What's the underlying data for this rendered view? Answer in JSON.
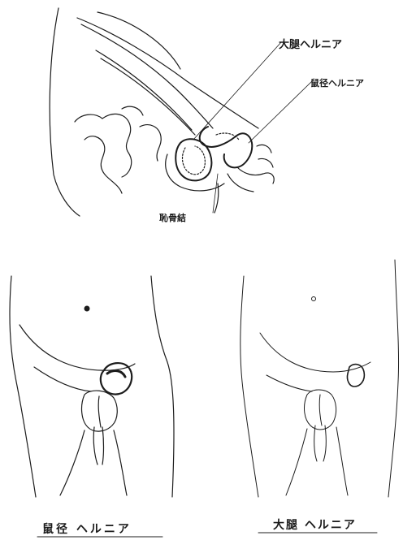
{
  "labels": {
    "femoral_hernia_top": "大腿ヘルニア",
    "inguinal_hernia_top": "鼠径ヘルニア",
    "pubic_bone": "恥骨結"
  },
  "captions": {
    "left": "鼠径 ヘルニア",
    "right": "大腿 ヘルニア"
  },
  "colors": {
    "ink": "#1c1c1c",
    "paper": "#ffffff"
  }
}
